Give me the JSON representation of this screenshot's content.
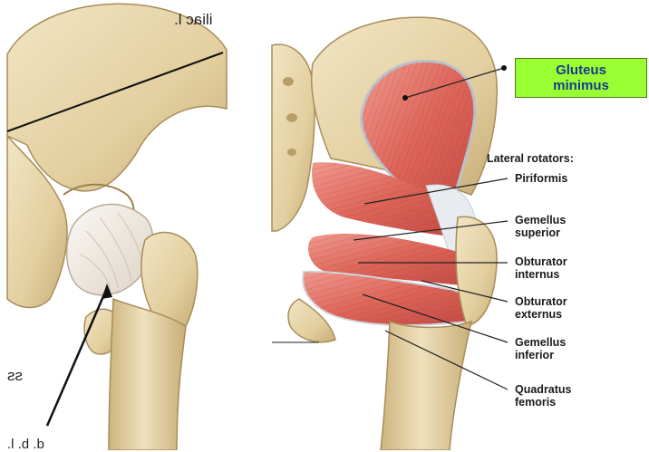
{
  "left_panel": {
    "top_label_fragment": "iliac l.",
    "side_label_fragment": "ss",
    "bottom_label_fragment": "d. b. l."
  },
  "right_panel": {
    "highlight_label": {
      "line1": "Gluteus",
      "line2": "minimus",
      "background": "#99ff33",
      "text_color": "#1a3a8f"
    },
    "group_heading": "Lateral rotators:",
    "labels": [
      {
        "line1": "Piriformis",
        "line2": ""
      },
      {
        "line1": "Gemellus",
        "line2": "superior"
      },
      {
        "line1": "Obturator",
        "line2": "internus"
      },
      {
        "line1": "Obturator",
        "line2": "externus"
      },
      {
        "line1": "Gemellus",
        "line2": "inferior"
      },
      {
        "line1": "Quadratus",
        "line2": "femoris"
      }
    ]
  },
  "colors": {
    "bone": "#e6d3a8",
    "bone_shadow": "#c9b27d",
    "muscle": "#d85a50",
    "muscle_light": "#ee8c80",
    "tendon": "#e9edf2",
    "capsule": "#f1ece6"
  }
}
